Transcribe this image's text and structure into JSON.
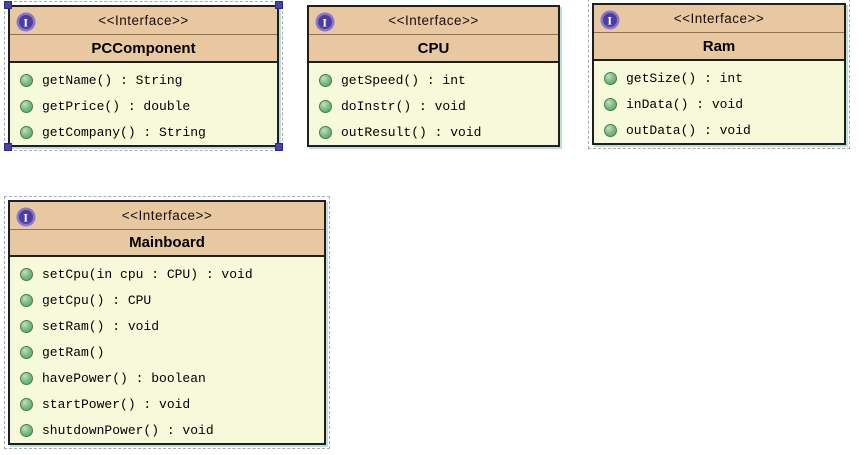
{
  "colors": {
    "header_bg": "#E8C8A0",
    "body_bg": "#F7F9DB",
    "border": "#1F1F1F",
    "interface_icon_outer": "#8678CC",
    "interface_icon_inner": "#4E3D9E",
    "method_icon_green": "#559A62",
    "selection_handle_blue": "#4544AE",
    "selection_dash_gray": "#ABABAB"
  },
  "icons": {
    "interface": "interface-icon (purple circle with white I)",
    "method": "public-operation-icon (green circle)"
  },
  "boxes": [
    {
      "stereotype": "<<Interface>>",
      "name": "PCComponent",
      "selected": true,
      "methods": [
        "getName() : String",
        "getPrice() : double",
        "getCompany() : String"
      ]
    },
    {
      "stereotype": "<<Interface>>",
      "name": "CPU",
      "selected": false,
      "methods": [
        "getSpeed() : int",
        "doInstr() : void",
        "outResult() : void"
      ]
    },
    {
      "stereotype": "<<Interface>>",
      "name": "Ram",
      "selected": false,
      "methods": [
        "getSize() : int",
        "inData() : void",
        "outData() : void"
      ]
    },
    {
      "stereotype": "<<Interface>>",
      "name": "Mainboard",
      "selected": false,
      "methods": [
        "setCpu(in cpu : CPU) : void",
        "getCpu() : CPU",
        "setRam() : void",
        "getRam()",
        "havePower() : boolean",
        "startPower() : void",
        "shutdownPower() : void"
      ]
    }
  ]
}
